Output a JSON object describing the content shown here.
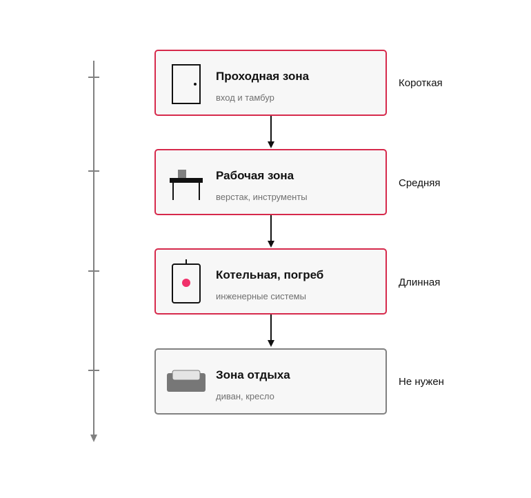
{
  "colors": {
    "accent": "#d6294b",
    "neutral": "#808080",
    "dot": "#f0306a"
  },
  "zones": [
    {
      "title": "Проходная зона",
      "subtitle": "вход и тамбур",
      "label": "Короткая",
      "icon": "door-icon"
    },
    {
      "title": "Рабочая зона",
      "subtitle": "верстак, инструменты",
      "label": "Средняя",
      "icon": "workbench-icon"
    },
    {
      "title": "Котельная, погреб",
      "subtitle": "инженерные системы",
      "label": "Длинная",
      "icon": "boiler-icon"
    },
    {
      "title": "Зона отдыха",
      "subtitle": "диван, кресло",
      "label": "Не нужен",
      "icon": "sofa-icon"
    }
  ]
}
